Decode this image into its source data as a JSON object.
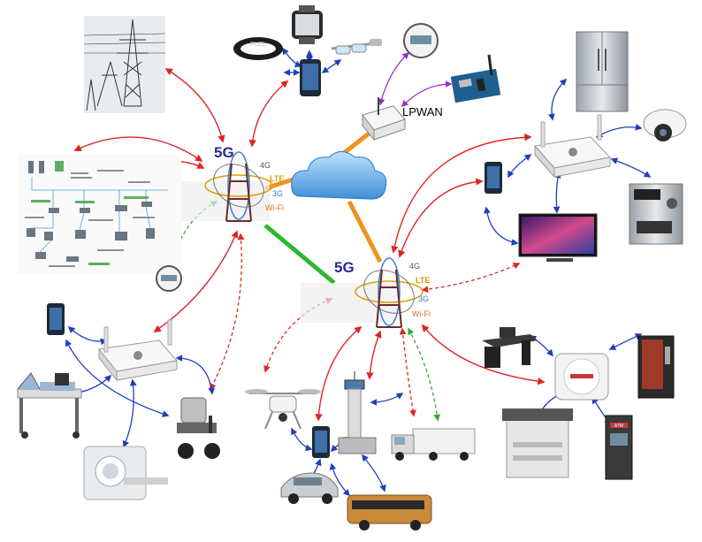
{
  "hubs": {
    "left": {
      "label_5g": "5G",
      "label_4g": "4G",
      "label_lte": "LTE",
      "label_3g": "3G",
      "label_wifi": "Wi-Fi"
    },
    "right": {
      "label_5g": "5G",
      "label_4g": "4G",
      "label_lte": "LTE",
      "label_3g": "3G",
      "label_wifi": "Wi-Fi"
    }
  },
  "lpwan": {
    "label": "LPWAN"
  },
  "wearables": {
    "fuel_band_text": "FUEL"
  },
  "colors": {
    "arrow_red": "#e02424",
    "arrow_blue": "#1f3fbf",
    "arrow_purple": "#9b30c8",
    "arrow_green_dashed": "#2fae2f",
    "link_orange": "#f0921e",
    "link_green": "#2db82d",
    "label_5g": "#2a2a8c",
    "label_4g": "#555555",
    "label_lte": "#d4a000",
    "label_3g": "#3a7fd0",
    "label_wifi": "#e0701a",
    "cloud": "#4aa3e0"
  },
  "icons": [
    "power-tower-icon",
    "smartwatch-icon",
    "fuel-band-icon",
    "smartphone-icon",
    "smart-glasses-icon",
    "smart-meter-icon",
    "lpwan-gateway-icon",
    "iot-board-icon",
    "cloud-icon",
    "refrigerator-icon",
    "security-camera-icon",
    "espresso-machine-icon",
    "smart-tv-icon",
    "wifi-router-icon",
    "industrial-network-diagram-icon",
    "hospital-bed-icon",
    "mri-scanner-icon",
    "wheelchair-icon",
    "drone-icon",
    "control-tower-icon",
    "truck-icon",
    "car-icon",
    "bus-icon",
    "office-desk-icon",
    "vending-machine-icon",
    "printer-icon",
    "atm-icon",
    "lte-cpe-icon"
  ],
  "devices": {
    "atm_text": "ATM"
  }
}
